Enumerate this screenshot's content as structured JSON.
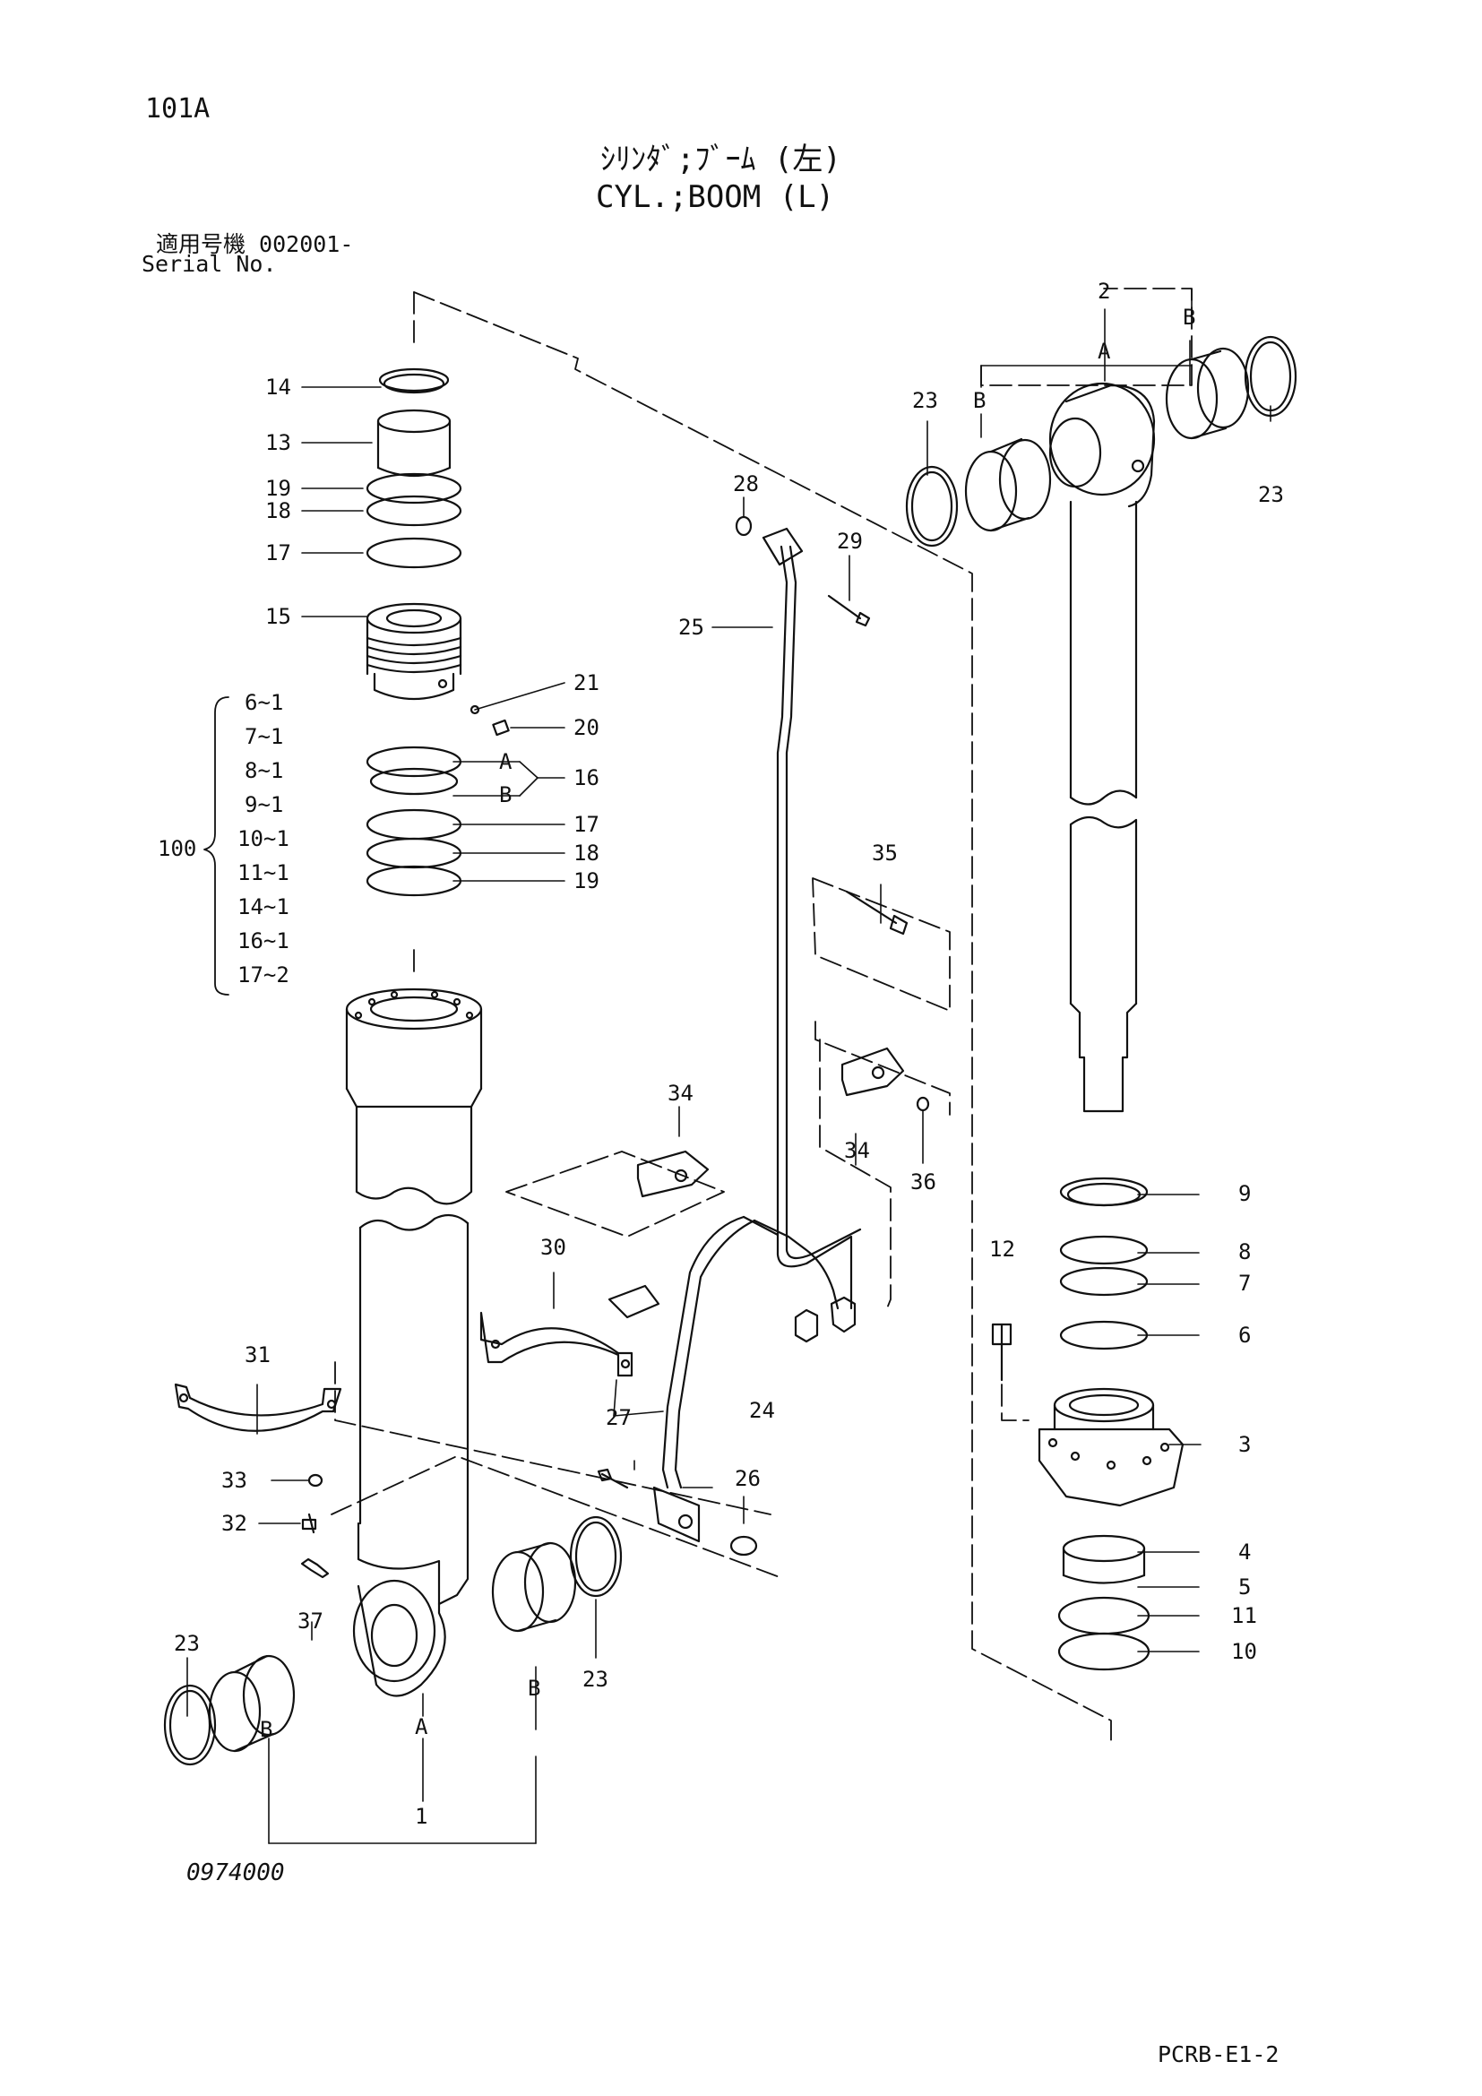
{
  "page": {
    "page_number": "101A",
    "title_ja": "ｼﾘﾝﾀﾞ;ﾌﾞｰﾑ (左)",
    "title_en": "CYL.;BOOM (L)",
    "serial_label_ja": "適用号機 002001-",
    "serial_label_en": "Serial No.",
    "drawing_number": "0974000",
    "sheet_code": "PCRB-E1-2"
  },
  "callouts": {
    "c14": "14",
    "c13": "13",
    "c19a": "19",
    "c18a": "18",
    "c17a": "17",
    "c15": "15",
    "c21": "21",
    "c20": "20",
    "cA1": "A",
    "cB1": "B",
    "c16": "16",
    "c17b": "17",
    "c18b": "18",
    "c19b": "19",
    "c2": "2",
    "cA2": "A",
    "cB2": "B",
    "cB3": "B",
    "c23a": "23",
    "c23b": "23",
    "c28": "28",
    "c29": "29",
    "c25": "25",
    "c35": "35",
    "c34a": "34",
    "c34b": "34",
    "c36": "36",
    "c30": "30",
    "c31": "31",
    "c33": "33",
    "c32": "32",
    "c37": "37",
    "c23c": "23",
    "c23d": "23",
    "cB4": "B",
    "cB5": "B",
    "cA3": "A",
    "c1": "1",
    "c27": "27",
    "c24": "24",
    "c26": "26",
    "c12": "12",
    "c9": "9",
    "c8": "8",
    "c7": "7",
    "c6": "6",
    "c3": "3",
    "c4": "4",
    "c5": "5",
    "c11": "11",
    "c10": "10"
  },
  "kit": {
    "label": "100",
    "items": [
      "6~1",
      "7~1",
      "8~1",
      "9~1",
      "10~1",
      "11~1",
      "14~1",
      "16~1",
      "17~2"
    ]
  }
}
